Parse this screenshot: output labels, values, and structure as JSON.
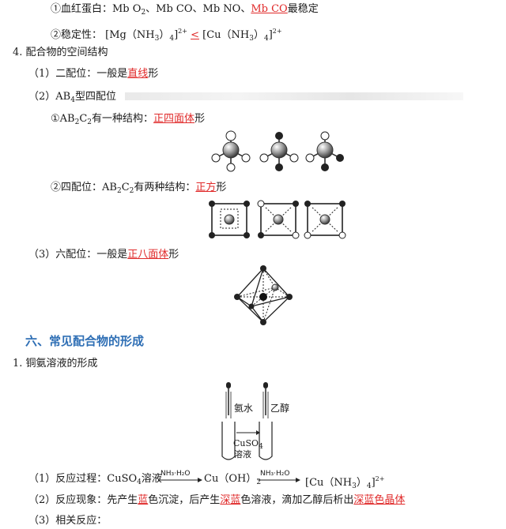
{
  "line1": {
    "prefix": "①血红蛋白：Mb O",
    "sub2": "2",
    "mid": "、Mb CO、Mb NO、",
    "highlight": "Mb CO",
    "suffix": "最稳定"
  },
  "line2": {
    "prefix": "②稳定性：",
    "mg": "[Mg（NH",
    "sub3a": "3",
    "close1": "）",
    "sub4a": "4",
    "bracket1": "]",
    "charge1": "2+",
    "compare": "<",
    "cu": "[Cu（NH",
    "sub3b": "3",
    "close2": "）",
    "sub4b": "4",
    "bracket2": "]",
    "charge2": "2+"
  },
  "section4": {
    "title": "4.  配合物的空间结构"
  },
  "item1": {
    "prefix": "（1）二配位：一般是",
    "answer": "直线",
    "suffix": "形"
  },
  "item2": {
    "prefix": "（2）AB",
    "sub": "4",
    "suffix": "型四配位"
  },
  "item2a": {
    "prefix": "①AB",
    "sub1": "2",
    "mid": "C",
    "sub2": "2",
    "text": "有一种结构：",
    "answer": "正四面体",
    "suffix": "形"
  },
  "item2b": {
    "prefix": "②四配位：AB",
    "sub1": "2",
    "mid": "C",
    "sub2": "2",
    "text": "有两种结构：",
    "answer": "正方",
    "suffix": "形"
  },
  "item3": {
    "prefix": "（3）六配位：一般是",
    "answer": "正八面体",
    "suffix": "形"
  },
  "section6": {
    "title": "六、常见配合物的形成"
  },
  "sub1": {
    "title": "1.  铜氨溶液的形成"
  },
  "apparatus": {
    "label_ammonia": "氨水",
    "label_ethanol": "乙醇",
    "label_cuso4": "CuSO",
    "label_cuso4_sub": "4",
    "label_solution": "溶液"
  },
  "process": {
    "prefix": "（1）反应过程：CuSO",
    "sub4": "4",
    "text1": "溶液",
    "arrow1": "NH₃·H₂O",
    "cu": "Cu（OH）",
    "sub2": "2",
    "arrow2": "NH₃·H₂O",
    "product": "[Cu（NH",
    "sub3": "3",
    "close": "）",
    "sub4b": "4",
    "bracket": "]",
    "charge": "2+"
  },
  "phenomenon": {
    "prefix": "（2）反应现象：先产生",
    "a1": "蓝",
    "t1": "色沉淀，后产生",
    "a2": "深蓝",
    "t2": "色溶液，滴加乙醇后析出",
    "a3": "深蓝色晶体"
  },
  "related": {
    "title": "（3）相关反应："
  }
}
